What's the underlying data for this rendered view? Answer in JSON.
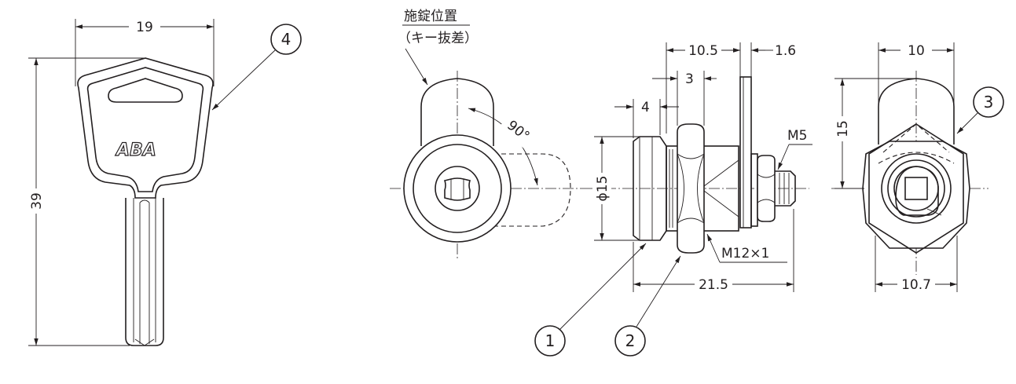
{
  "key_view": {
    "logo": "ABA",
    "dim_width": "19",
    "dim_height": "39",
    "callout": "4"
  },
  "front_view": {
    "note_line1": "施錠位置",
    "note_line2": "（キー抜差）",
    "angle": "90°"
  },
  "side_view": {
    "dim_10_5": "10.5",
    "dim_1_6": "1.6",
    "dim_3": "3",
    "dim_4": "4",
    "dim_phi15": "ϕ15",
    "dim_m5": "M5",
    "dim_thread": "M12×1",
    "dim_21_5": "21.5",
    "callout_1": "1",
    "callout_2": "2"
  },
  "rear_view": {
    "dim_10": "10",
    "dim_15": "15",
    "dim_10_7": "10.7",
    "callout": "3"
  }
}
